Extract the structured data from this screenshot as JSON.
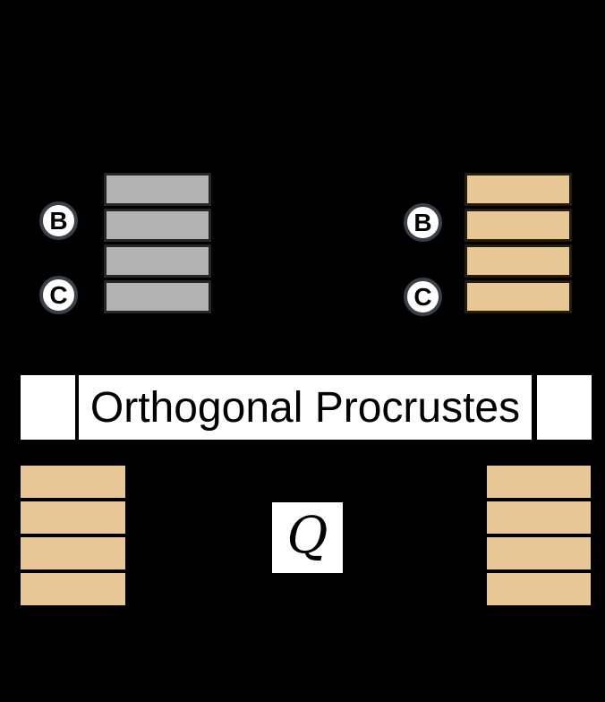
{
  "colors": {
    "background": "#000000",
    "gray_fill": "#b3b3b3",
    "gray_border": "#262626",
    "tan_fill": "#e6c795",
    "tan_border": "#241c10",
    "badge_fill": "#ffffff",
    "badge_border": "#3a4047",
    "panel_bg": "#ffffff",
    "text": "#000000"
  },
  "stacks": {
    "top_left": {
      "rows": 4,
      "style": "gray-bordered"
    },
    "top_right": {
      "rows": 4,
      "style": "tan-bordered"
    },
    "bottom_left": {
      "rows": 4,
      "style": "tan-plain"
    },
    "bottom_right": {
      "rows": 4,
      "style": "tan-plain"
    }
  },
  "badges": {
    "top_left_b": "B",
    "top_left_c": "C",
    "top_right_b": "B",
    "top_right_c": "C"
  },
  "banner": {
    "title": "Orthogonal Procrustes"
  },
  "q_box": {
    "symbol": "Q"
  }
}
